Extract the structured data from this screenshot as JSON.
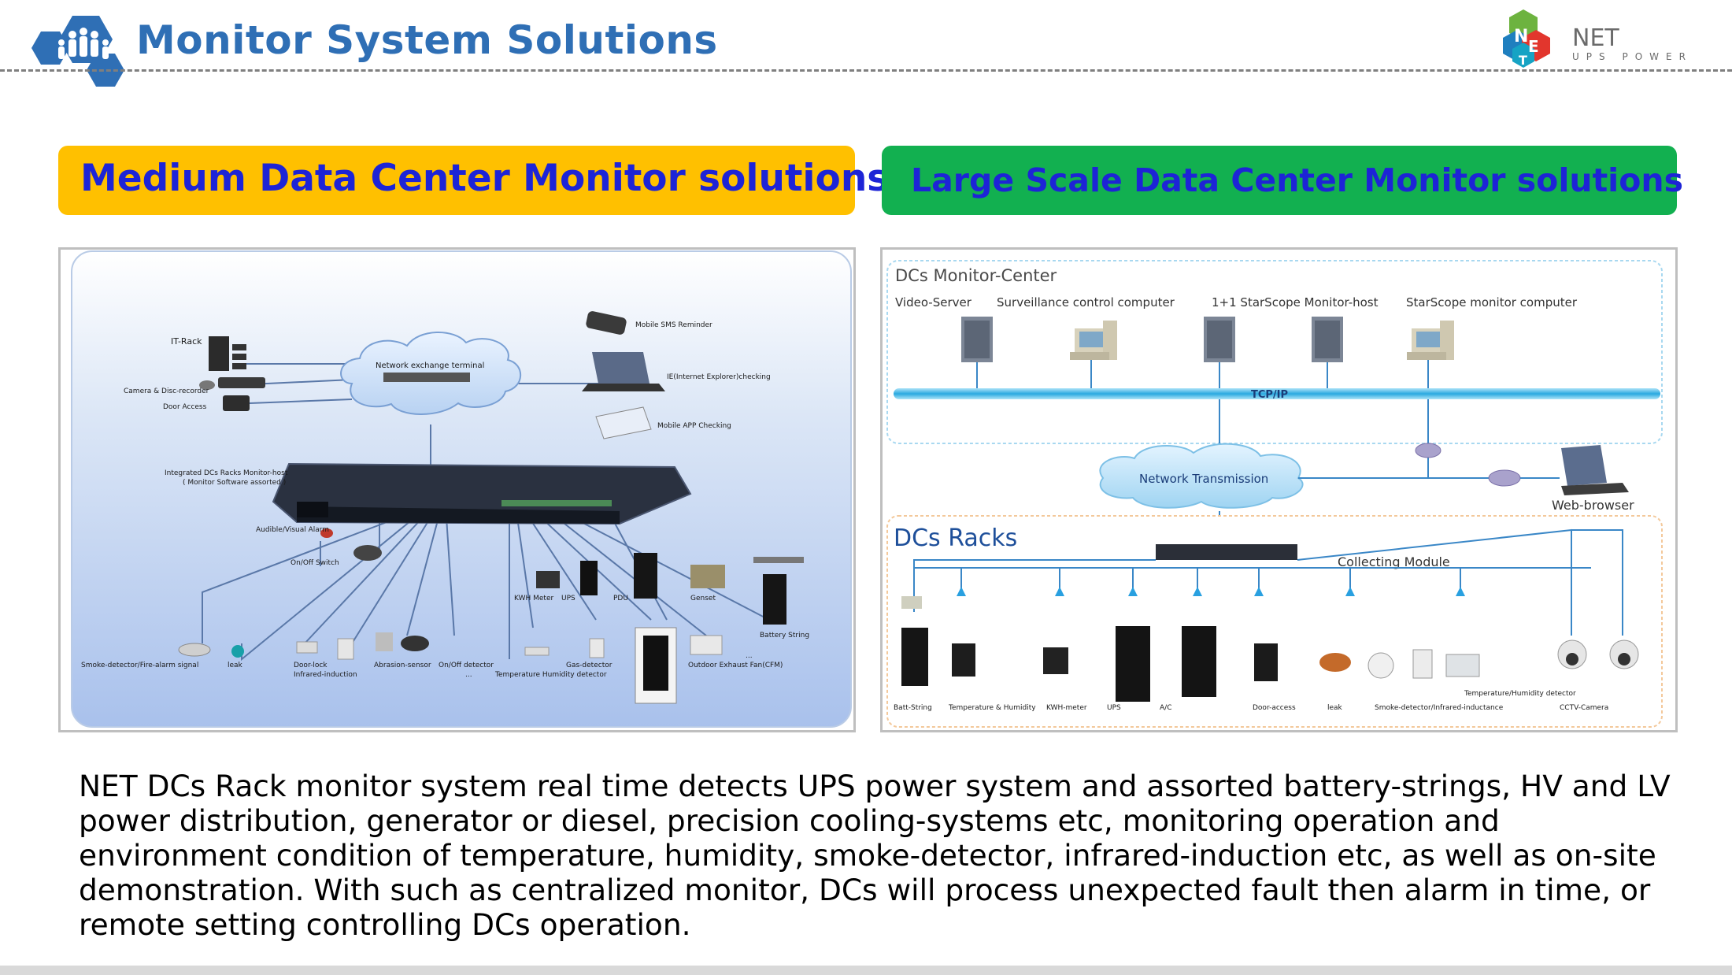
{
  "header": {
    "title": "Monitor System Solutions",
    "logo": {
      "name": "NET",
      "subtitle": "UPS POWER",
      "icon": "people-hexagon-icon"
    }
  },
  "banners": {
    "left": "Medium Data Center Monitor solutions",
    "right": "Large Scale Data Center Monitor solutions"
  },
  "left_diagram": {
    "cloud": "Network exchange terminal",
    "it_rack": "IT-Rack",
    "camera": "Camera & Disc-recorder",
    "door_access": "Door Access",
    "host": "Integrated DCs Racks Monitor-host",
    "host_note": "( Monitor Software assorted )",
    "alarm": "Audible/Visual Alarm",
    "switch": "On/Off Switch",
    "mobile_sms": "Mobile SMS Reminder",
    "ie_check": "IE(Internet Explorer)checking",
    "mobile_app": "Mobile APP Checking",
    "kwh": "KWH Meter",
    "ups": "UPS",
    "pdu": "PDU",
    "genset": "Genset",
    "battery": "Battery String",
    "smoke": "Smoke-detector/Fire-alarm signal",
    "leak": "leak",
    "doorlock": "Door-lock",
    "infrared": "Infrared-induction",
    "abrasion": "Abrasion-sensor",
    "onoff": "On/Off detector",
    "dots": "...",
    "gas": "Gas-detector",
    "temp": "Temperature Humidity detector",
    "exhaust": "Outdoor Exhaust Fan(CFM)",
    "dots2": "..."
  },
  "right_diagram": {
    "center_title": "DCs Monitor-Center",
    "video_server": "Video-Server",
    "surveillance": "Surveillance control computer",
    "monitor_host": "1+1 StarScope Monitor-host",
    "monitor_computer": "StarScope monitor computer",
    "tcpip": "TCP/IP",
    "network": "Network Transmission",
    "web_browser": "Web-browser",
    "racks_title": "DCs Racks",
    "collecting": "Collecting Module",
    "bottom_labels": {
      "batt": "Batt-String",
      "temp_hum": "Temperature & Humidity",
      "kwh": "KWH-meter",
      "ups": "UPS",
      "ac": "A/C",
      "door": "Door-access",
      "leak": "leak",
      "smoke": "Smoke-detector/Infrared-inductance",
      "temp_det": "Temperature/Humidity detector",
      "cctv": "CCTV-Camera"
    }
  },
  "description": "NET DCs Rack monitor system real time detects UPS power system and assorted battery-strings, HV and LV power distribution, generator or diesel, precision cooling-systems etc, monitoring operation and environment condition of temperature, humidity, smoke-detector,  infrared-induction etc, as well as on-site demonstration. With such as centralized monitor, DCs will process unexpected fault then alarm in time, or remote setting controlling DCs operation.",
  "colors": {
    "title_blue": "#2f6fb5",
    "banner_text": "#1d24d6",
    "banner_left": "#ffc000",
    "banner_right": "#12b050"
  }
}
